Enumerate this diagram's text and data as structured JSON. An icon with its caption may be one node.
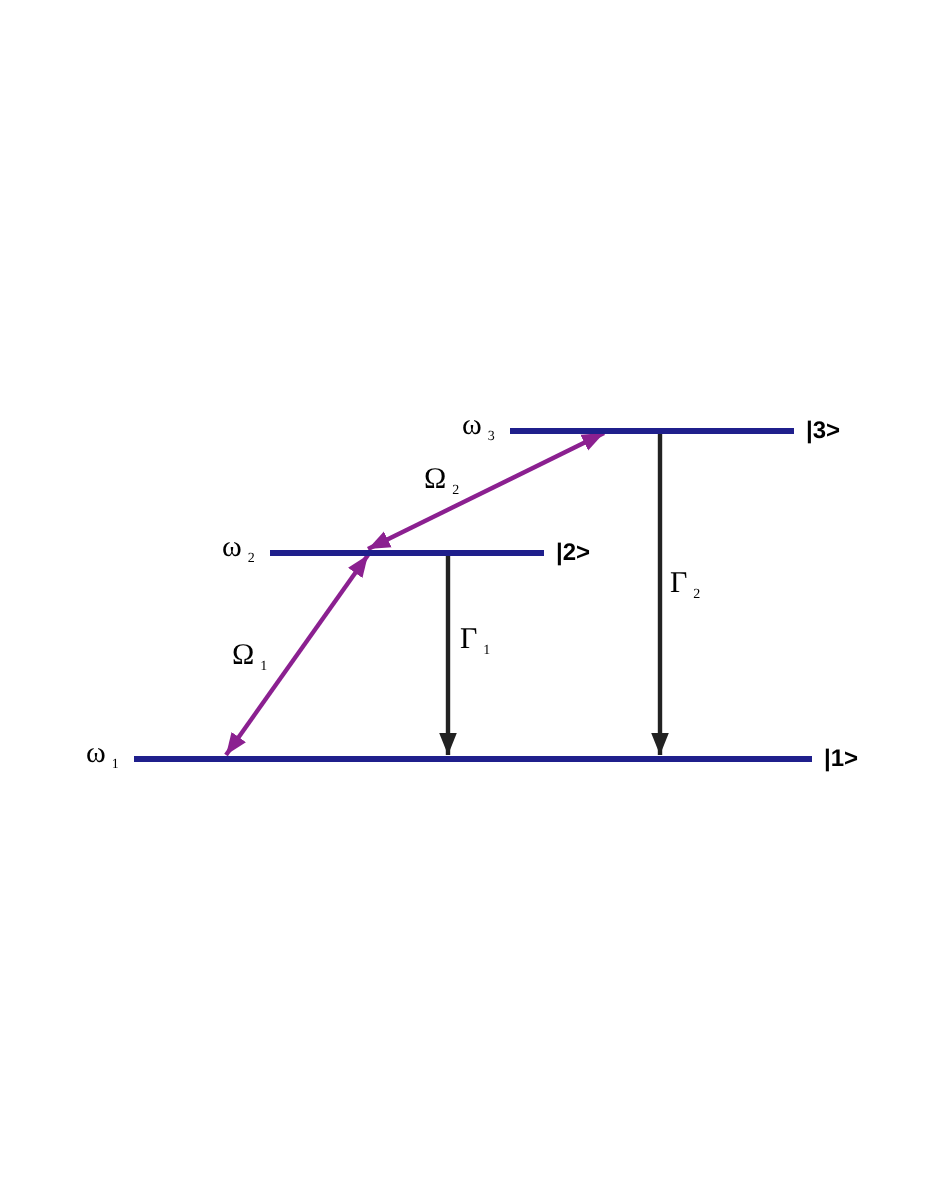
{
  "diagram": {
    "nodes": [
      {
        "text": [],
        "shape": "bar",
        "beside": [
          "ω$_{3}$",
          "|3>"
        ]
      },
      {
        "text": [],
        "shape": "bar",
        "beside": [
          "ω$_{2}$",
          "|2>"
        ]
      },
      {
        "text": [],
        "shape": "bar",
        "beside": [
          "ω$_{1}$",
          "|1>"
        ]
      }
    ],
    "edges": [
      {
        "from": 2,
        "to": 1,
        "arrow": "both",
        "label": "Ω$_{1}$",
        "color": "#8b2090"
      },
      {
        "from": 1,
        "to": 0,
        "arrow": "both",
        "label": "Ω$_{2}$",
        "color": "#8b2090"
      },
      {
        "from": 1,
        "to": 2,
        "arrow": "to",
        "label": "Γ$_{1}$",
        "color": "#222222"
      },
      {
        "from": 0,
        "to": 2,
        "arrow": "to",
        "label": "Γ$_{2}$",
        "color": "#222222"
      }
    ]
  }
}
